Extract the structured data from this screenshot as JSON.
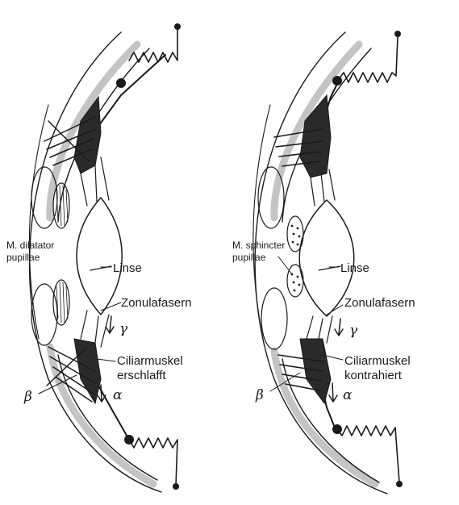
{
  "left": {
    "muscle_label_line1": "M. dilatator",
    "muscle_label_line2": "pupillae",
    "lens_label": "Linse",
    "zonula_label": "Zonulafasern",
    "gamma": "γ",
    "ciliary_line1": "Ciliarmuskel",
    "ciliary_line2": "erschlafft",
    "beta": "β",
    "alpha": "α"
  },
  "right": {
    "muscle_label_line1": "M. sphincter",
    "muscle_label_line2": "pupillae",
    "lens_label": "Linse",
    "zonula_label": "Zonulafasern",
    "gamma": "γ",
    "ciliary_line1": "Ciliarmuskel",
    "ciliary_line2": "kontrahiert",
    "beta": "β",
    "alpha": "α"
  },
  "colors": {
    "ink": "#1a1a1a",
    "sclera_band": "#c4c4c4",
    "background": "#ffffff"
  }
}
